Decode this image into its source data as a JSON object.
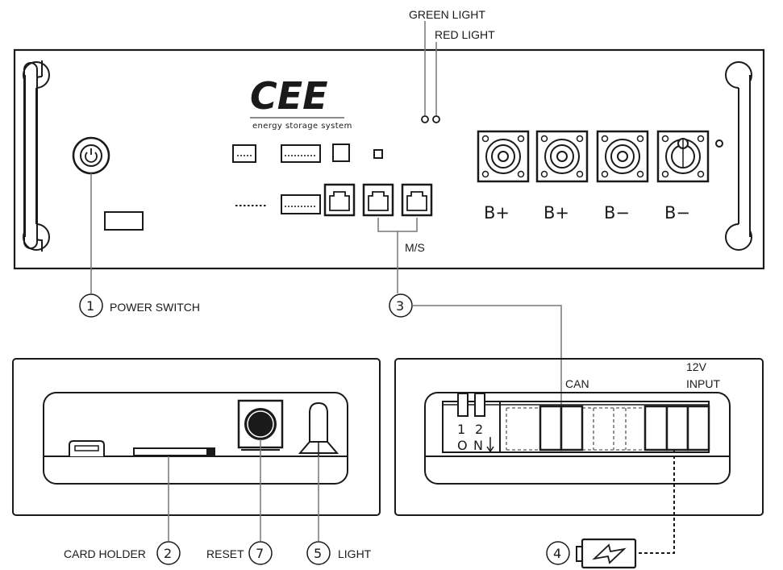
{
  "top_panel": {
    "logo_text": "CEE",
    "logo_subtitle": "energy storage system",
    "green_light_label": "GREEN LIGHT",
    "red_light_label": "RED LIGHT",
    "terminals": [
      "B+",
      "B+",
      "B−",
      "B−"
    ],
    "ms_label": "M/S"
  },
  "callouts": {
    "power_switch": {
      "number": "1",
      "label": "POWER SWITCH"
    },
    "card_holder": {
      "number": "2",
      "label": "CARD  HOLDER"
    },
    "comm_port": {
      "number": "3"
    },
    "power_input": {
      "number": "4"
    },
    "light": {
      "number": "5",
      "label": "LIGHT"
    },
    "reset": {
      "number": "7",
      "label": "RESET"
    }
  },
  "right_detail": {
    "can_label": "CAN",
    "input_label_line1": "12V",
    "input_label_line2": "INPUT",
    "dip_1": "1",
    "dip_2": "2",
    "dip_on_o": "O",
    "dip_on_n": "N"
  },
  "colors": {
    "line": "#1a1a1a",
    "leader": "#777777",
    "panel_border": "#1a1a1a"
  }
}
